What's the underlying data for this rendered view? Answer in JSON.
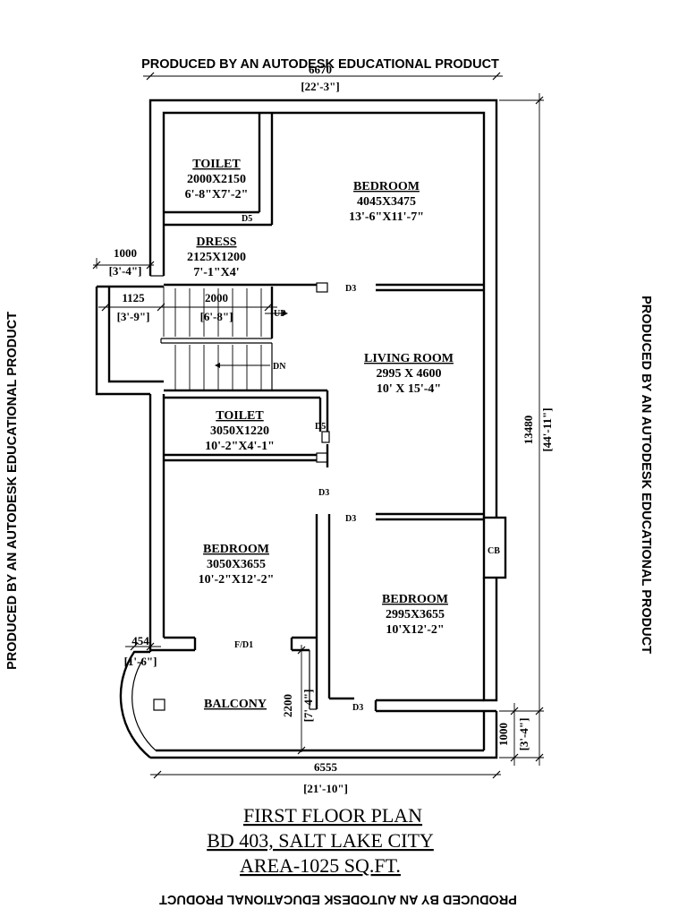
{
  "watermarks": {
    "top": "PRODUCED BY AN AUTODESK EDUCATIONAL PRODUCT",
    "left": "PRODUCED BY AN AUTODESK EDUCATIONAL PRODUCT",
    "right": "PRODUCED BY AN AUTODESK EDUCATIONAL PRODUCT",
    "bottom": "PRODUCED BY AN AUTODESK EDUCATIONAL PRODUCT"
  },
  "rooms": {
    "toilet_top": {
      "name": "TOILET",
      "size_mm": "2000X2150",
      "size_ft": "6'-8\"X7'-2\""
    },
    "bedroom_top": {
      "name": "BEDROOM",
      "size_mm": "4045X3475",
      "size_ft": "13'-6\"X11'-7\""
    },
    "dress": {
      "name": "DRESS",
      "size_mm": "2125X1200",
      "size_ft": "7'-1\"X4'"
    },
    "living": {
      "name": "LIVING ROOM",
      "size_mm": "2995 X 4600",
      "size_ft": "10' X 15'-4\""
    },
    "toilet_mid": {
      "name": "TOILET",
      "size_mm": "3050X1220",
      "size_ft": "10'-2\"X4'-1\""
    },
    "bedroom_left": {
      "name": "BEDROOM",
      "size_mm": "3050X3655",
      "size_ft": "10'-2\"X12'-2\""
    },
    "bedroom_right": {
      "name": "BEDROOM",
      "size_mm": "2995X3655",
      "size_ft": "10'X12'-2\""
    },
    "balcony": {
      "name": "BALCONY"
    }
  },
  "labels": {
    "d5_top": "D5",
    "d3_a": "D3",
    "d5_mid": "D5",
    "d3_b": "D3",
    "d3_c": "D3",
    "d3_d": "D3",
    "fd1": "F/D1",
    "cb": "CB",
    "up": "UP",
    "dn": "DN"
  },
  "dimensions": {
    "top_mm": "6670",
    "top_ft": "[22'-3\"]",
    "left_1000": "1000",
    "left_1000_ft": "[3'-4\"]",
    "stair_1125": "1125",
    "stair_1125_ft": "[3'-9\"]",
    "stair_2000": "2000",
    "stair_2000_ft": "[6'-8\"]",
    "right_mm": "13480",
    "right_ft": "[44'-11\"]",
    "balc_454": "454",
    "balc_454_ft": "[1'-6\"]",
    "balc_2200": "2200",
    "balc_2200_ft": "[7'-4\"]",
    "right_1000": "1000",
    "right_1000_ft": "[3'-4\"]",
    "bottom_mm": "6555",
    "bottom_ft": "[21'-10\"]"
  },
  "title": {
    "line1": "FIRST FLOOR PLAN",
    "line2": "BD  403, SALT LAKE CITY",
    "line3": "AREA-1025 SQ.FT."
  }
}
